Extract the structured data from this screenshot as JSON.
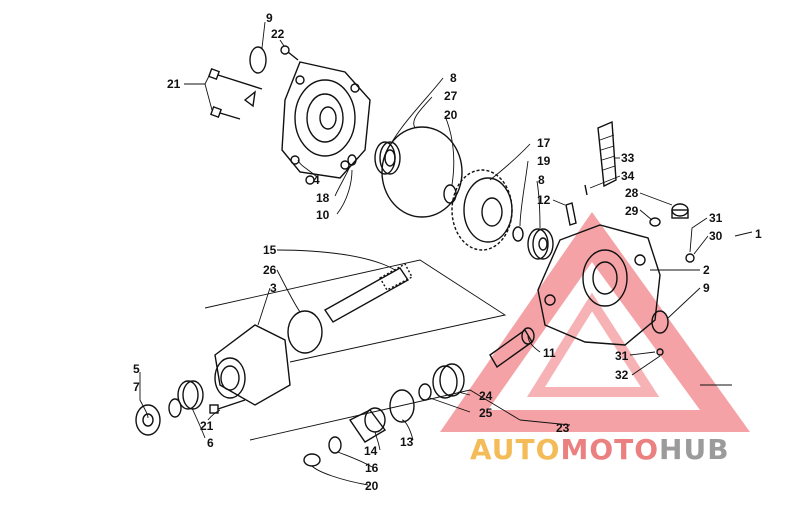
{
  "callouts": [
    {
      "id": "c9a",
      "text": "9"
    },
    {
      "id": "c22",
      "text": "22"
    },
    {
      "id": "c21a",
      "text": "21"
    },
    {
      "id": "c8a",
      "text": "8"
    },
    {
      "id": "c27",
      "text": "27"
    },
    {
      "id": "c20a",
      "text": "20"
    },
    {
      "id": "c4",
      "text": "4"
    },
    {
      "id": "c18",
      "text": "18"
    },
    {
      "id": "c10",
      "text": "10"
    },
    {
      "id": "c17",
      "text": "17"
    },
    {
      "id": "c19",
      "text": "19"
    },
    {
      "id": "c8b",
      "text": "8"
    },
    {
      "id": "c12",
      "text": "12"
    },
    {
      "id": "c33",
      "text": "33"
    },
    {
      "id": "c34",
      "text": "34"
    },
    {
      "id": "c28",
      "text": "28"
    },
    {
      "id": "c29",
      "text": "29"
    },
    {
      "id": "c31a",
      "text": "31"
    },
    {
      "id": "c30",
      "text": "30"
    },
    {
      "id": "c1",
      "text": "1"
    },
    {
      "id": "c2",
      "text": "2"
    },
    {
      "id": "c9b",
      "text": "9"
    },
    {
      "id": "c15",
      "text": "15"
    },
    {
      "id": "c26",
      "text": "26"
    },
    {
      "id": "c3",
      "text": "3"
    },
    {
      "id": "c11",
      "text": "11"
    },
    {
      "id": "c31b",
      "text": "31"
    },
    {
      "id": "c32",
      "text": "32"
    },
    {
      "id": "c5",
      "text": "5"
    },
    {
      "id": "c7",
      "text": "7"
    },
    {
      "id": "c24",
      "text": "24"
    },
    {
      "id": "c25",
      "text": "25"
    },
    {
      "id": "c21b",
      "text": "21"
    },
    {
      "id": "c6",
      "text": "6"
    },
    {
      "id": "c13",
      "text": "13"
    },
    {
      "id": "c14",
      "text": "14"
    },
    {
      "id": "c23",
      "text": "23"
    },
    {
      "id": "c16",
      "text": "16"
    },
    {
      "id": "c20b",
      "text": "20"
    }
  ],
  "watermark": {
    "text_auto": "AUTO",
    "text_moto": "MOTO",
    "text_hub": "HUB",
    "color_auto": "#f3b13c",
    "color_moto": "#e86b6b",
    "color_hub": "#8a8a8a",
    "triangle_color": "#e9383f"
  }
}
